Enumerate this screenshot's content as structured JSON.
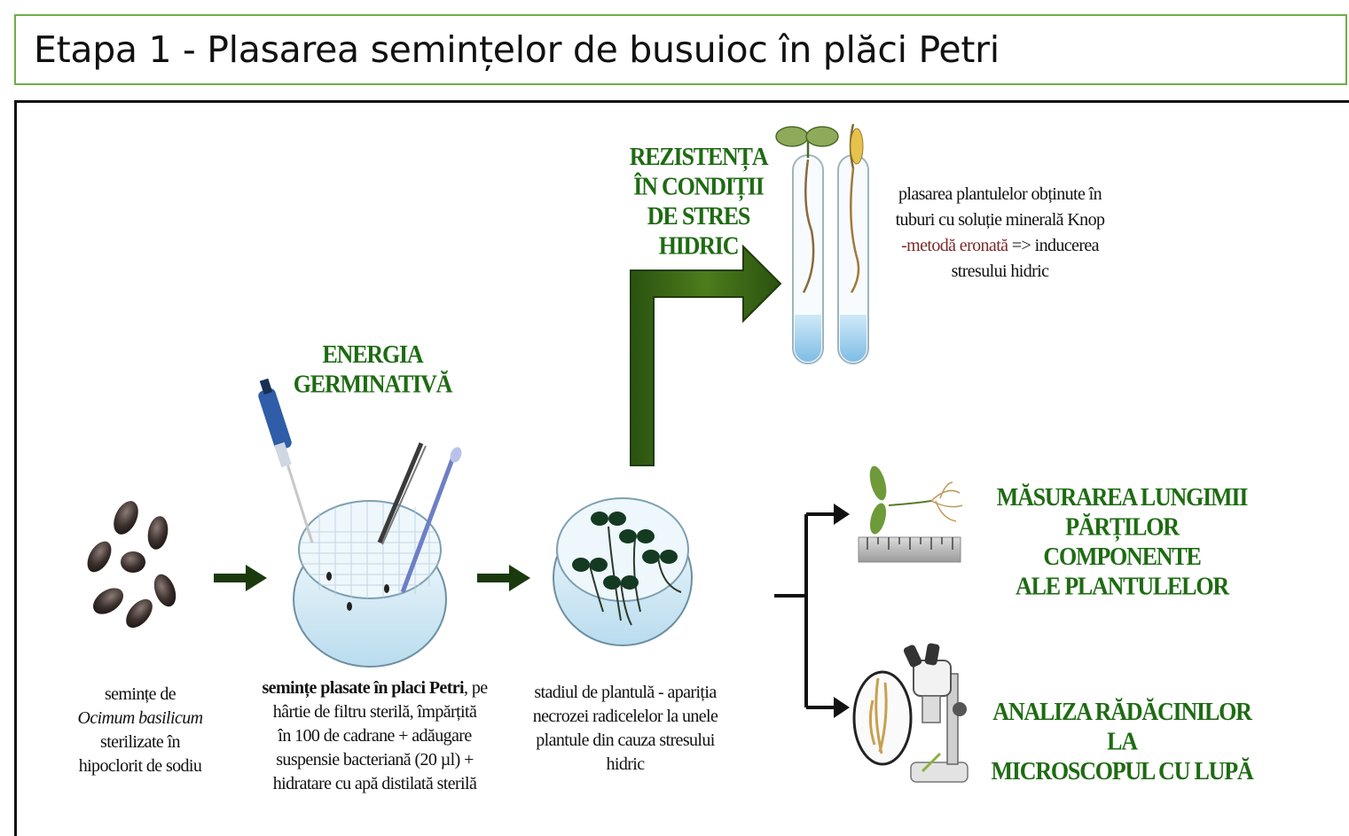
{
  "title": "Etapa 1 - Plasarea semințelor de busuioc în plăci Petri",
  "labels": {
    "rezistenta": [
      "REZISTENȚA",
      "ÎN CONDIȚII",
      "DE STRES",
      "HIDRIC"
    ],
    "energia": [
      "ENERGIA",
      "GERMINATIVĂ"
    ],
    "masurarea": [
      "MĂSURAREA LUNGIMII",
      "PĂRȚILOR COMPONENTE",
      "ALE PLANTULELOR"
    ],
    "analiza": [
      "ANALIZA RĂDĂCINILOR LA",
      "MICROSCOPUL CU LUPĂ"
    ]
  },
  "captions": {
    "seeds": {
      "line1": "semințe de",
      "line2": "Ocimum basilicum",
      "line3": "sterilizate în",
      "line4": "hipoclorit de sodiu"
    },
    "petri": {
      "bold": "semințe plasate în placi Petri",
      "rest1": ", pe",
      "line2": "hârtie de filtru sterilă, împărțită",
      "line3": "în 100 de cadrane + adăugare",
      "line4": "suspensie bacteriană (20 µl) +",
      "line5": "hidratare cu apă distilată sterilă"
    },
    "plantlet": {
      "line1": "stadiul de plantulă - apariția",
      "line2": "necrozei radicelelor la unele",
      "line3": "plantule din cauza stresului",
      "line4": "hidric"
    },
    "tubes": {
      "line1": "plasarea plantulelor obținute în",
      "line2": "tuburi cu soluție minerală Knop",
      "line3_red": "-metodă eronată",
      "line3_rest": " => inducerea",
      "line4": "stresului hidric"
    }
  },
  "colors": {
    "title_border": "#70ad47",
    "label_green": "#1e6b12",
    "arrow_dark": "#1a3a0e",
    "big_arrow": "#3c6a14",
    "highlight_red": "#7a2a2a"
  },
  "icons": [
    "seeds-icon",
    "pipette-icon",
    "tweezers-icon",
    "petri-dish-icon",
    "plantlet-dish-icon",
    "test-tube-icon",
    "seedling-icon",
    "ruler-icon",
    "microscope-icon"
  ]
}
